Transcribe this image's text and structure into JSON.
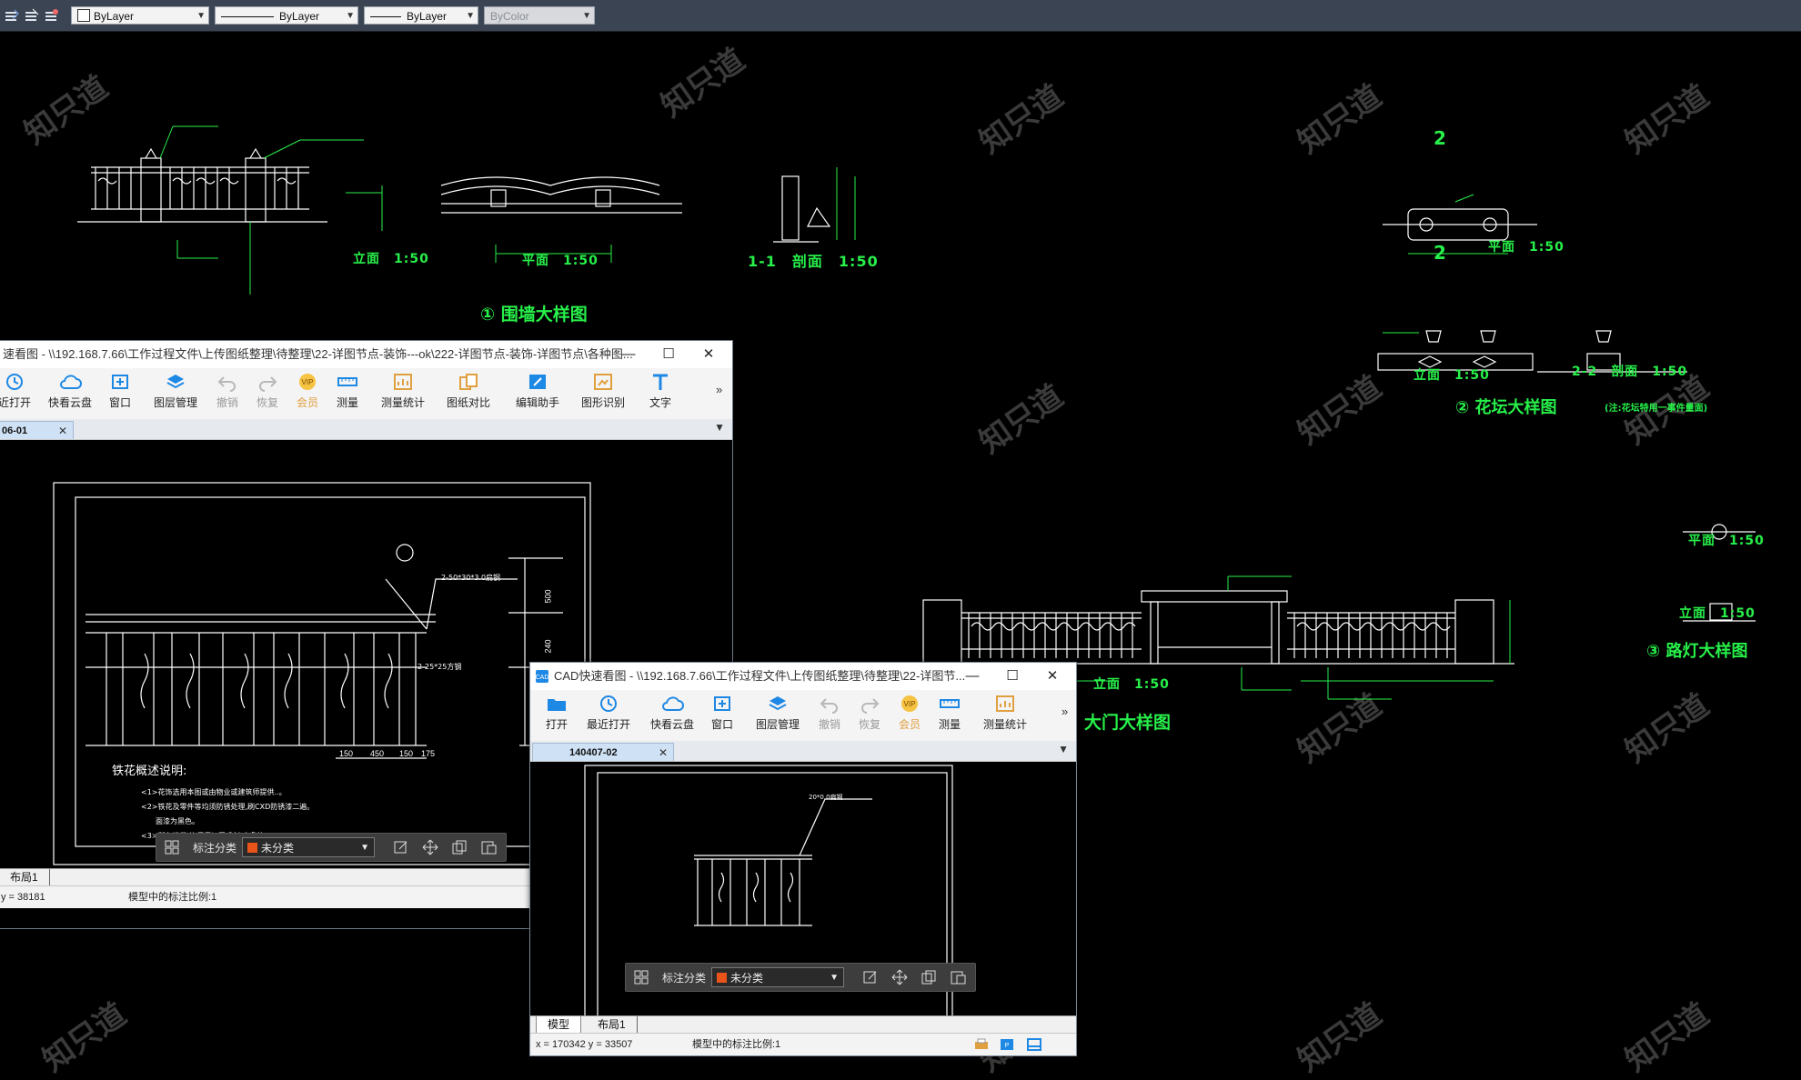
{
  "propbar": {
    "color_combo": "ByLayer",
    "linetype_combo": "ByLayer",
    "lineweight_combo": "ByLayer",
    "plotstyle_combo": "ByColor"
  },
  "drawing": {
    "fence_elevation_label": "立面　1:50",
    "fence_plan_label": "平面　1:50",
    "fence_section_label": "1-1　剖面　1:50",
    "fence_title": "① 围墙大样图",
    "planter_section_mark_top": "2",
    "planter_plan_label": "平面　1:50",
    "planter_section_mark_mid": "2",
    "planter_elevation_label": "立面　1:50",
    "planter_section_label": "2-2　剖面　1:50",
    "planter_title": "② 花坛大样图",
    "planter_note": "(注:花坛特用一事件量面)",
    "lamp_plan_label": "平面　1:50",
    "lamp_elevation_label": "立面　1:50",
    "lamp_title": "③ 路灯大样图",
    "gate_elevation_label": "立面　1:50",
    "gate_title": "大门大样图",
    "watermark": "知只道"
  },
  "window_back": {
    "title": "速看图 - \\\\192.168.7.66\\工作过程文件\\上传图纸整理\\待整理\\22-详图节点-装饰---ok\\222-详图节点-装饰-详图节点\\各种图...",
    "ribbon": [
      "近打开",
      "快看云盘",
      "窗口",
      "图层管理",
      "撤销",
      "恢复",
      "会员",
      "测量",
      "测量统计",
      "图纸对比",
      "编辑助手",
      "图形识别",
      "文字"
    ],
    "doc_tab": "06-01",
    "drawing_note_title": "铁花概述说明:",
    "drawing_notes": [
      "<1>花饰选用本图或由物业或建筑师提供..。",
      "<2>铁花及零件等均须防锈处理,刷CXD防锈漆二遍。",
      "　　面漆为黑色。",
      "<3>所有铁花,均须保证无毛刺,尖角等。"
    ],
    "dim_labels": [
      "2-50*30*3.0扁钢",
      "2-25*25方钢",
      "500",
      "240",
      "150",
      "450",
      "150",
      "175"
    ],
    "float_label": "标注分类",
    "float_select": "未分类",
    "layout_tab": "布局1",
    "status_coords": "y = 38181",
    "status_scale": "模型中的标注比例:1"
  },
  "window_front": {
    "title": "CAD快速看图 - \\\\192.168.7.66\\工作过程文件\\上传图纸整理\\待整理\\22-详图节...",
    "ribbon": [
      "打开",
      "最近打开",
      "快看云盘",
      "窗口",
      "图层管理",
      "撤销",
      "恢复",
      "会员",
      "测量",
      "测量统计"
    ],
    "doc_tab": "140407-02",
    "drawing_label": "20*0.0扁钢",
    "float_label": "标注分类",
    "float_select": "未分类",
    "model_tab": "模型",
    "layout_tab": "布局1",
    "status_coords": "x = 170342  y = 33507",
    "status_scale": "模型中的标注比例:1"
  },
  "colors": {
    "cad_green": "#27f04a",
    "cad_white": "#ffffff",
    "titlebar": "#ffffff",
    "ribbon_bg": "#f4f4f4",
    "accent_orange": "#e8541a"
  }
}
